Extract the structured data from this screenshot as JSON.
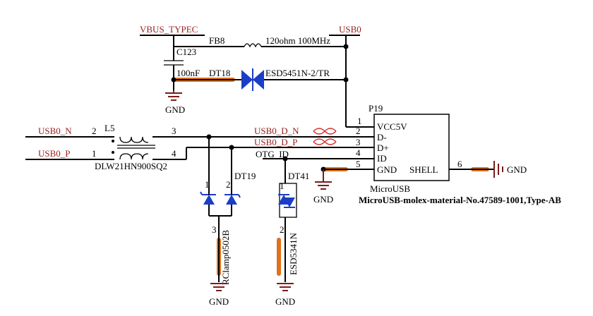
{
  "nets": {
    "vbus_typec": "VBUS_TYPEC",
    "usb0": "USB0",
    "usb0_n": "USB0_N",
    "usb0_p": "USB0_P",
    "usb0_d_n": "USB0_D_N",
    "usb0_d_p": "USB0_D_P",
    "otg_id": "OTG_ID",
    "gnd": "GND"
  },
  "components": {
    "fb8": {
      "ref": "FB8",
      "value": "120ohm 100MHz"
    },
    "c123": {
      "ref": "C123",
      "value": "100nF"
    },
    "dt18": {
      "ref": "DT18",
      "value": "ESD5451N-2/TR"
    },
    "l5": {
      "ref": "L5",
      "value": "DLW21HN900SQ2",
      "pins": [
        "2",
        "1",
        "3",
        "4"
      ]
    },
    "dt19": {
      "ref": "DT19",
      "value": "RClamp0502B",
      "pins": [
        "1",
        "2",
        "3"
      ]
    },
    "dt41": {
      "ref": "DT41",
      "value": "ESD5341N",
      "pins": [
        "1",
        "2"
      ]
    },
    "p19": {
      "ref": "P19",
      "value": "MicroUSB",
      "description": "MicroUSB-molex-material-No.47589-1001,Type-AB",
      "pins": [
        {
          "num": "1",
          "name": "VCC5V"
        },
        {
          "num": "2",
          "name": "D-"
        },
        {
          "num": "3",
          "name": "D+"
        },
        {
          "num": "4",
          "name": "ID"
        },
        {
          "num": "5",
          "name": "GND"
        },
        {
          "num": "6",
          "name": "SHELL"
        }
      ]
    }
  },
  "colors": {
    "net_label": "#9a1c1c",
    "wire": "#000000",
    "diode": "#1a3ec7",
    "highlight": "#e0701a"
  }
}
